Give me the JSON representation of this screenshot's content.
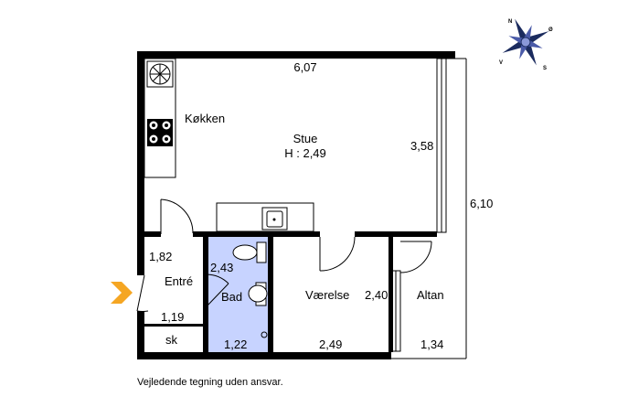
{
  "rooms": {
    "kitchen": "Køkken",
    "living": "Stue",
    "living_height": "H : 2,49",
    "entry": "Entré",
    "bath": "Bad",
    "bedroom": "Værelse",
    "balcony": "Altan",
    "closet": "sk"
  },
  "dimensions": {
    "top_width": "6,07",
    "living_depth": "3,58",
    "total_depth": "6,10",
    "entry_depth": "1,82",
    "bath_depth": "2,43",
    "entry_width": "1,19",
    "bath_width": "1,22",
    "bedroom_depth": "2,40",
    "bedroom_width": "2,49",
    "balcony_width": "1,34"
  },
  "compass": {
    "n": "N",
    "s": "S",
    "e": "Ø",
    "w": "V"
  },
  "disclaimer": "Vejledende tegning uden ansvar.",
  "colors": {
    "bath_fill": "#c7d3ff",
    "entry_arrow": "#f5a623",
    "wall": "#000000"
  }
}
